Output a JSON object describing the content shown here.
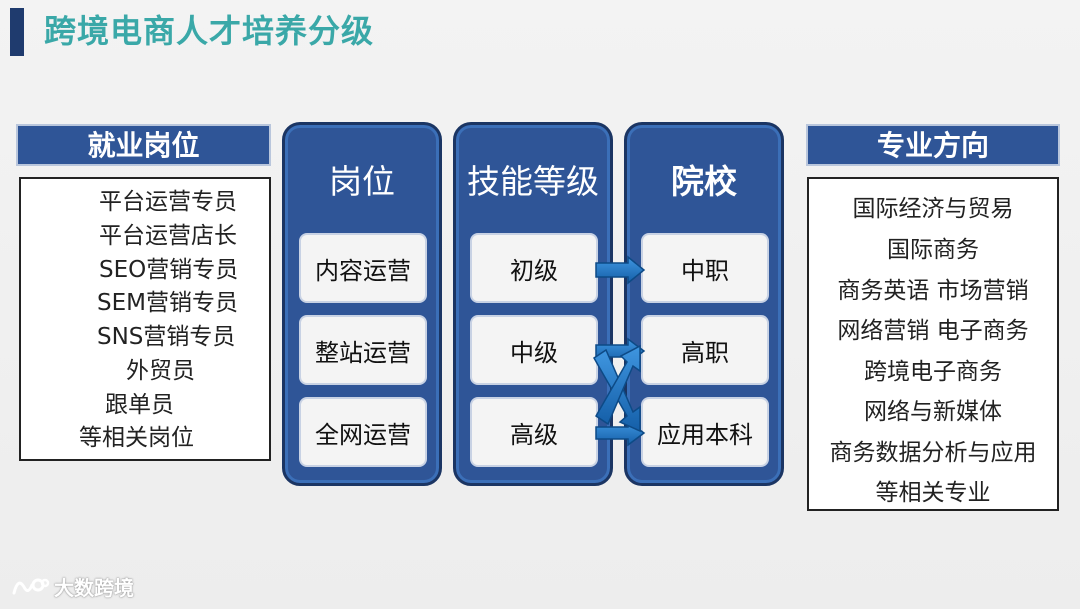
{
  "title": "跨境电商人才培养分级",
  "jobs": {
    "header": "就业岗位",
    "items": [
      "平台运营专员",
      "平台运营店长",
      "SEO营销专员",
      "SEM营销专员",
      "SNS营销专员",
      "外贸员",
      "跟单员",
      "等相关岗位"
    ]
  },
  "majors": {
    "header": "专业方向",
    "items": [
      "国际经济与贸易",
      "国际商务",
      "商务英语 市场营销",
      "网络营销 电子商务",
      "跨境电子商务",
      "网络与新媒体",
      "商务数据分析与应用",
      "等相关专业"
    ]
  },
  "columns": [
    {
      "header": "岗位",
      "cells": [
        "内容运营",
        "整站运营",
        "全网运营"
      ]
    },
    {
      "header": "技能等级",
      "cells": [
        "初级",
        "中级",
        "高级"
      ]
    },
    {
      "header": "院校",
      "cells": [
        "中职",
        "高职",
        "应用本科"
      ]
    }
  ],
  "mappings": [
    {
      "from": "初级",
      "to": "中职"
    },
    {
      "from": "中级",
      "to": "高职"
    },
    {
      "from": "中级",
      "to": "应用本科"
    },
    {
      "from": "高级",
      "to": "高职"
    },
    {
      "from": "高级",
      "to": "应用本科"
    }
  ],
  "colors": {
    "title": "#3aa8a8",
    "panel": "#2f5597",
    "arrow": "#1f73c2"
  },
  "watermark": "大数跨境"
}
